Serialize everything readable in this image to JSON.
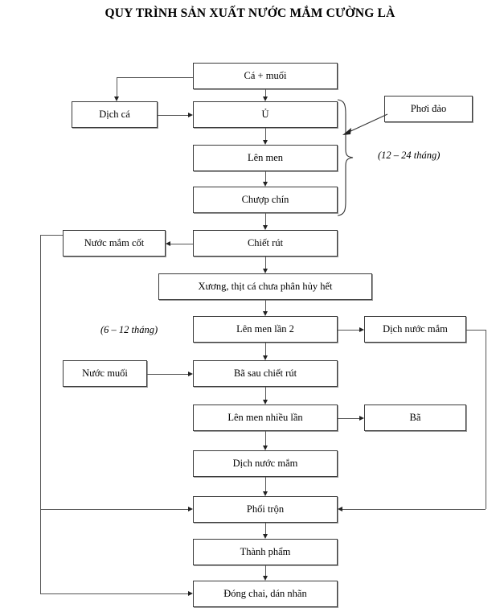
{
  "title": "QUY TRÌNH SẢN XUẤT NƯỚC MẮM CƯỜNG LÀ",
  "nodes": {
    "ca_muoi": "Cá + muối",
    "dich_ca": "Dịch cá",
    "u": "Ủ",
    "phoi_dao": "Phơi đảo",
    "len_men": "Lên men",
    "chuop_chin": "Chượp chín",
    "nuoc_mam_cot": "Nước mắm cốt",
    "chiet_rut": "Chiết rút",
    "xuong_thit": "Xương, thịt cá chưa phân hủy hết",
    "len_men_lan_2": "Lên men lần 2",
    "dich_nuoc_mam_1": "Dịch nước mắm",
    "nuoc_muoi": "Nước muối",
    "ba_sau_chiet_rut": "Bã sau chiết rút",
    "len_men_nhieu_lan": "Lên men nhiều lần",
    "ba": "Bã",
    "dich_nuoc_mam_2": "Dịch nước mắm",
    "phoi_tron": "Phối trộn",
    "thanh_pham": "Thành phẩm",
    "dong_chai": "Đóng chai, dán nhãn"
  },
  "annotations": {
    "duration_top": "(12 – 24 tháng)",
    "duration_mid": "(6 – 12 tháng)"
  },
  "colors": {
    "box_border": "#3a3a3a",
    "line": "#555555",
    "arrow": "#222222",
    "text": "#000000",
    "background": "#ffffff"
  }
}
